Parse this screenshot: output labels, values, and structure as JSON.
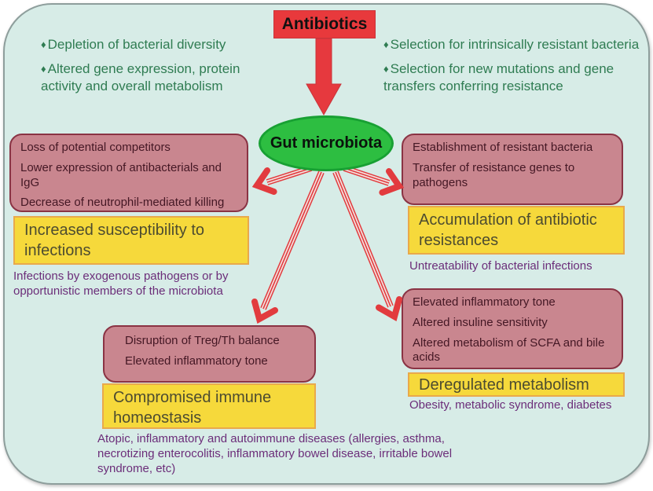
{
  "colors": {
    "background": "#d7ece7",
    "red_accent": "#e8393c",
    "green_node": "#2dbe41",
    "pink_box": "#c9868f",
    "pink_border": "#8a3344",
    "yellow_box": "#f6d93b",
    "yellow_border": "#e9a94b",
    "purple_text": "#6b2d79",
    "green_text": "#2f7c52"
  },
  "icons": {
    "bullet": "♦"
  },
  "root_cause": {
    "label": "Antibiotics"
  },
  "center_node": {
    "label": "Gut microbiota"
  },
  "left_effects": {
    "items": [
      "Depletion of bacterial diversity",
      "Altered gene expression, protein activity and overall metabolism"
    ]
  },
  "right_effects": {
    "items": [
      "Selection for intrinsically resistant bacteria",
      "Selection for new mutations and gene transfers conferring resistance"
    ]
  },
  "branch_infections": {
    "mechanisms": [
      "Loss of potential competitors",
      "Lower expression of antibacterials and IgG",
      "Decrease of neutrophil-mediated killing"
    ],
    "outcome": "Increased susceptibility to infections",
    "consequence": "Infections by exogenous pathogens or by opportunistic members of the microbiota"
  },
  "branch_resistance": {
    "mechanisms": [
      "Establishment of resistant bacteria",
      "Transfer of resistance genes to pathogens"
    ],
    "outcome": "Accumulation  of antibiotic resistances",
    "consequence": "Untreatability of bacterial infections"
  },
  "branch_immune": {
    "mechanisms": [
      "Disruption of Treg/Th balance",
      "Elevated inflammatory tone"
    ],
    "outcome": "Compromised immune homeostasis",
    "consequence": "Atopic, inflammatory and autoimmune diseases (allergies, asthma, necrotizing enterocolitis, inflammatory bowel disease, irritable bowel syndrome, etc)"
  },
  "branch_metabolism": {
    "mechanisms": [
      "Elevated inflammatory tone",
      "Altered insuline sensitivity",
      "Altered metabolism of SCFA and bile acids"
    ],
    "outcome": "Deregulated metabolism",
    "consequence": "Obesity, metabolic syndrome, diabetes"
  }
}
